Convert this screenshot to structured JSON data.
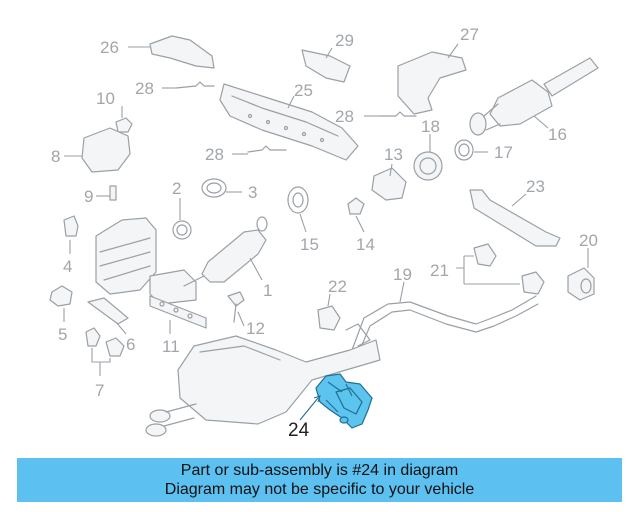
{
  "diagram": {
    "highlight_color": "#5cc4ee",
    "part_color": "#9aa0a6",
    "labels": {
      "p1": "1",
      "p2": "2",
      "p3": "3",
      "p4": "4",
      "p5": "5",
      "p6": "6",
      "p7": "7",
      "p8": "8",
      "p9": "9",
      "p10": "10",
      "p11": "11",
      "p12": "12",
      "p13": "13",
      "p14": "14",
      "p15": "15",
      "p16": "16",
      "p17": "17",
      "p18": "18",
      "p19": "19",
      "p20": "20",
      "p21": "21",
      "p22": "22",
      "p23": "23",
      "p24": "24",
      "p25": "25",
      "p26": "26",
      "p27": "27",
      "p28a": "28",
      "p28b": "28",
      "p28c": "28",
      "p29": "29"
    }
  },
  "banner": {
    "background": "#5cc0f0",
    "line1": "Part or sub-assembly is #24 in diagram",
    "line2": "Diagram may not be specific to your vehicle"
  }
}
